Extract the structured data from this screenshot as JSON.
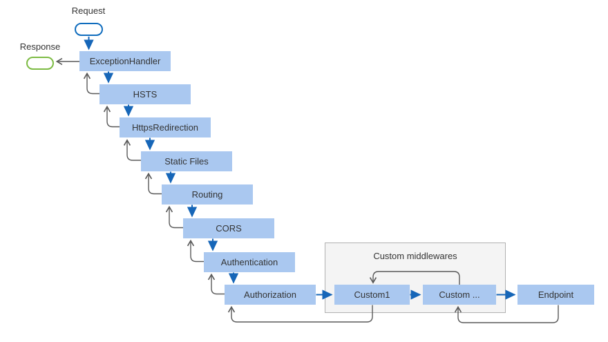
{
  "diagram": {
    "request_label": "Request",
    "response_label": "Response",
    "group_label": "Custom middlewares",
    "nodes": {
      "exception_handler": "ExceptionHandler",
      "hsts": "HSTS",
      "https_redirection": "HttpsRedirection",
      "static_files": "Static Files",
      "routing": "Routing",
      "cors": "CORS",
      "authentication": "Authentication",
      "authorization": "Authorization",
      "custom1": "Custom1",
      "custom_more": "Custom ...",
      "endpoint": "Endpoint"
    },
    "colors": {
      "box_fill": "#aac8f0",
      "blue_arrow": "#1666b8",
      "gray_arrow": "#595959",
      "request_stroke": "#0f6cbd",
      "response_stroke": "#7cbb42",
      "group_fill": "#f4f4f4",
      "group_border": "#b0b0b0",
      "text_color": "#333333"
    }
  }
}
